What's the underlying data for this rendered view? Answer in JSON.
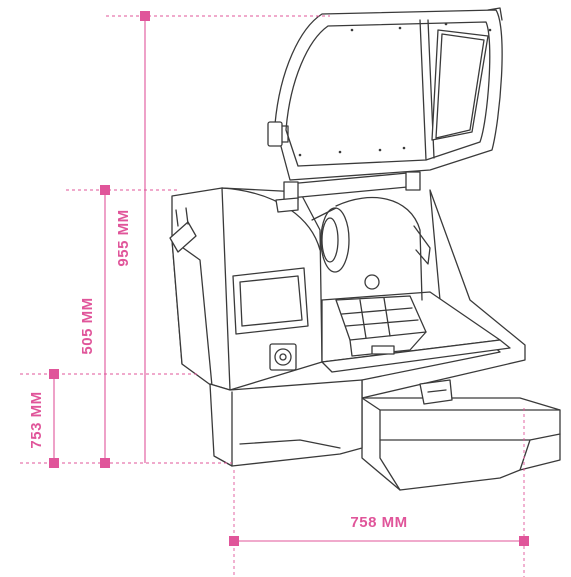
{
  "dimensions": {
    "total_height": "955 MM",
    "body_height": "505 MM",
    "depth": "753 MM",
    "width": "758 MM"
  },
  "colors": {
    "dimension_accent": "#e0559a",
    "line_art": "#3a3a3a",
    "background": "#ffffff"
  }
}
